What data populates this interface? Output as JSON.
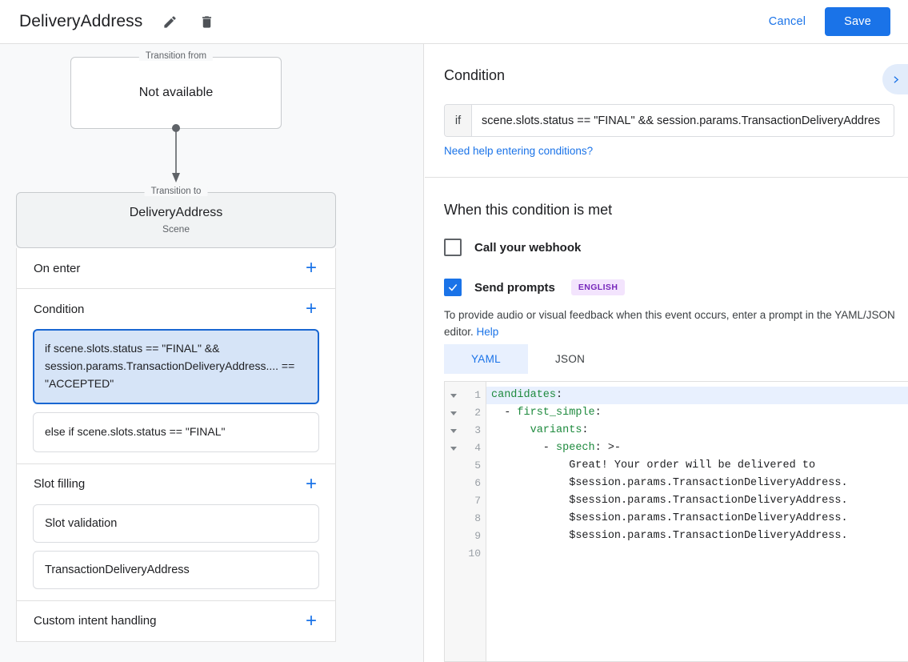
{
  "header": {
    "title": "DeliveryAddress",
    "edit_icon": "pencil-icon",
    "delete_icon": "trash-icon",
    "cancel_label": "Cancel",
    "save_label": "Save",
    "save_bg": "#1a73e8",
    "link_color": "#1a73e8"
  },
  "left": {
    "transition_from": {
      "legend": "Transition from",
      "value": "Not available"
    },
    "transition_to": {
      "legend": "Transition to",
      "name": "DeliveryAddress",
      "subtitle": "Scene"
    },
    "sections": [
      {
        "title": "On enter",
        "add_label": "+",
        "items": []
      },
      {
        "title": "Condition",
        "add_label": "+",
        "items": [
          {
            "text": "if scene.slots.status == \"FINAL\" && session.params.TransactionDeliveryAddress.... == \"ACCEPTED\"",
            "selected": true
          },
          {
            "text": "else if scene.slots.status == \"FINAL\"",
            "selected": false
          }
        ]
      },
      {
        "title": "Slot filling",
        "add_label": "+",
        "items": [
          {
            "text": "Slot validation",
            "selected": false
          },
          {
            "text": "TransactionDeliveryAddress",
            "selected": false
          }
        ]
      },
      {
        "title": "Custom intent handling",
        "add_label": "+",
        "items": []
      }
    ]
  },
  "right": {
    "condition": {
      "title": "Condition",
      "expand_icon": "chevron-right-icon",
      "if_label": "if",
      "if_value": "scene.slots.status == \"FINAL\" && session.params.TransactionDeliveryAddres",
      "help_link": "Need help entering conditions?"
    },
    "when_met": {
      "title": "When this condition is met",
      "webhook": {
        "label": "Call your webhook",
        "checked": false
      },
      "send_prompts": {
        "label": "Send prompts",
        "checked": true,
        "badge": "ENGLISH",
        "badge_bg": "#f3e4fd",
        "badge_color": "#7627bb"
      },
      "description_prefix": "To provide audio or visual feedback when this event occurs, enter a prompt in the YAML/JSON editor. ",
      "description_link": "Help"
    },
    "editor": {
      "tabs": [
        {
          "label": "YAML",
          "active": true
        },
        {
          "label": "JSON",
          "active": false
        }
      ],
      "lines": [
        {
          "no": "1",
          "fold": true,
          "highlight": true,
          "indent": "",
          "key": "candidates",
          "punct": ":",
          "rest": ""
        },
        {
          "no": "2",
          "fold": true,
          "highlight": false,
          "indent": "  - ",
          "key": "first_simple",
          "punct": ":",
          "rest": ""
        },
        {
          "no": "3",
          "fold": true,
          "highlight": false,
          "indent": "      ",
          "key": "variants",
          "punct": ":",
          "rest": ""
        },
        {
          "no": "4",
          "fold": true,
          "highlight": false,
          "indent": "        - ",
          "key": "speech",
          "punct": ": ",
          "rest": ">-"
        },
        {
          "no": "5",
          "fold": false,
          "highlight": false,
          "indent": "            ",
          "key": "",
          "punct": "",
          "rest": "Great! Your order will be delivered to"
        },
        {
          "no": "6",
          "fold": false,
          "highlight": false,
          "indent": "            ",
          "key": "",
          "punct": "",
          "rest": "$session.params.TransactionDeliveryAddress."
        },
        {
          "no": "7",
          "fold": false,
          "highlight": false,
          "indent": "            ",
          "key": "",
          "punct": "",
          "rest": "$session.params.TransactionDeliveryAddress."
        },
        {
          "no": "8",
          "fold": false,
          "highlight": false,
          "indent": "            ",
          "key": "",
          "punct": "",
          "rest": "$session.params.TransactionDeliveryAddress."
        },
        {
          "no": "9",
          "fold": false,
          "highlight": false,
          "indent": "            ",
          "key": "",
          "punct": "",
          "rest": "$session.params.TransactionDeliveryAddress."
        },
        {
          "no": "10",
          "fold": false,
          "highlight": false,
          "indent": "",
          "key": "",
          "punct": "",
          "rest": ""
        }
      ]
    }
  }
}
